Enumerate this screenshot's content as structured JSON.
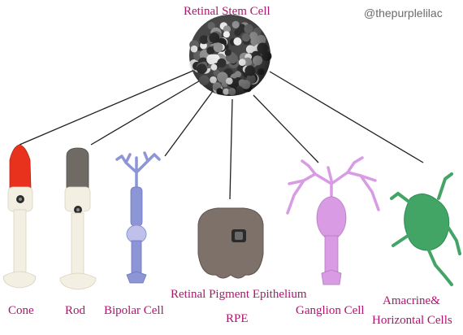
{
  "title": "Retinal Stem Cell",
  "handle": "@thepurplelilac",
  "cells": [
    {
      "name": "Cone",
      "yarn_colors": [
        "#e8321e",
        "#f3efe2"
      ]
    },
    {
      "name": "Rod",
      "yarn_colors": [
        "#6f6a63",
        "#f3efe2"
      ]
    },
    {
      "name": "Bipolar Cell",
      "yarn_colors": [
        "#8c95d6"
      ]
    },
    {
      "name": "Retinal Pigment Epithelium",
      "name_line2": "RPE",
      "yarn_colors": [
        "#7d716a"
      ]
    },
    {
      "name": "Ganglion Cell",
      "yarn_colors": [
        "#d89be4"
      ]
    },
    {
      "name": "Amacrine&",
      "name_line2": "Horizontal Cells",
      "yarn_colors": [
        "#43a565"
      ]
    }
  ],
  "colors": {
    "label": "#b0136e",
    "connector": "#1f1f1f",
    "stem_ball": [
      "#1e1e1e",
      "#f2f2f2",
      "#8e8e8e",
      "#5a5a5a"
    ]
  }
}
